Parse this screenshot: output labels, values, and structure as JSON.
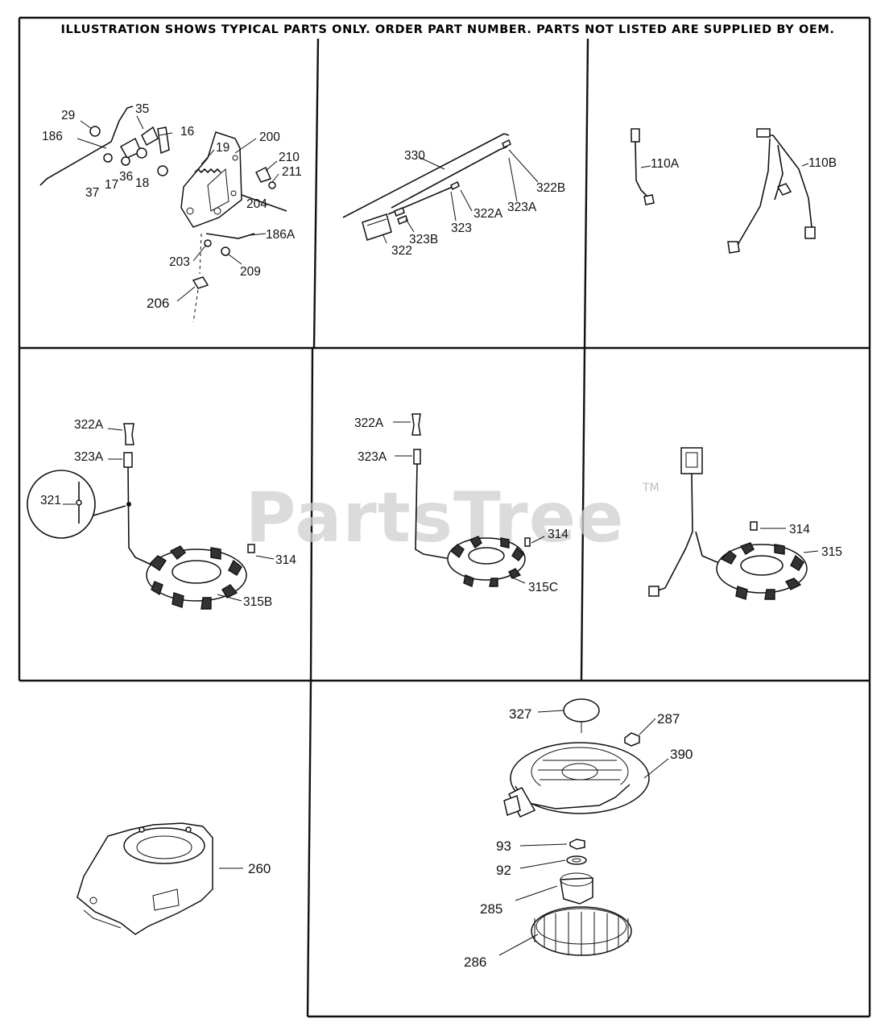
{
  "header": "ILLUSTRATION SHOWS TYPICAL PARTS ONLY. ORDER PART NUMBER. PARTS NOT LISTED ARE SUPPLIED BY OEM.",
  "watermark": "PartsTree",
  "watermark_tm": "TM",
  "labels": {
    "p29": "29",
    "p35": "35",
    "p186": "186",
    "p16": "16",
    "p200": "200",
    "p19": "19",
    "p210": "210",
    "p211": "211",
    "p36": "36",
    "p37": "37",
    "p17": "17",
    "p18": "18",
    "p204": "204",
    "p186A": "186A",
    "p203": "203",
    "p209": "209",
    "p206": "206",
    "p330": "330",
    "p322B": "322B",
    "p323A": "323A",
    "p322A": "322A",
    "p323": "323",
    "p323B": "323B",
    "p322": "322",
    "p110A": "110A",
    "p110B": "110B",
    "s1_322A": "322A",
    "s1_323A": "323A",
    "s1_321": "321",
    "s1_314": "314",
    "s1_315B": "315B",
    "s2_322A": "322A",
    "s2_323A": "323A",
    "s2_314": "314",
    "s2_315C": "315C",
    "s3_314": "314",
    "s3_315": "315",
    "p260": "260",
    "p327": "327",
    "p287": "287",
    "p390": "390",
    "p93": "93",
    "p92": "92",
    "p285": "285",
    "p286": "286"
  }
}
